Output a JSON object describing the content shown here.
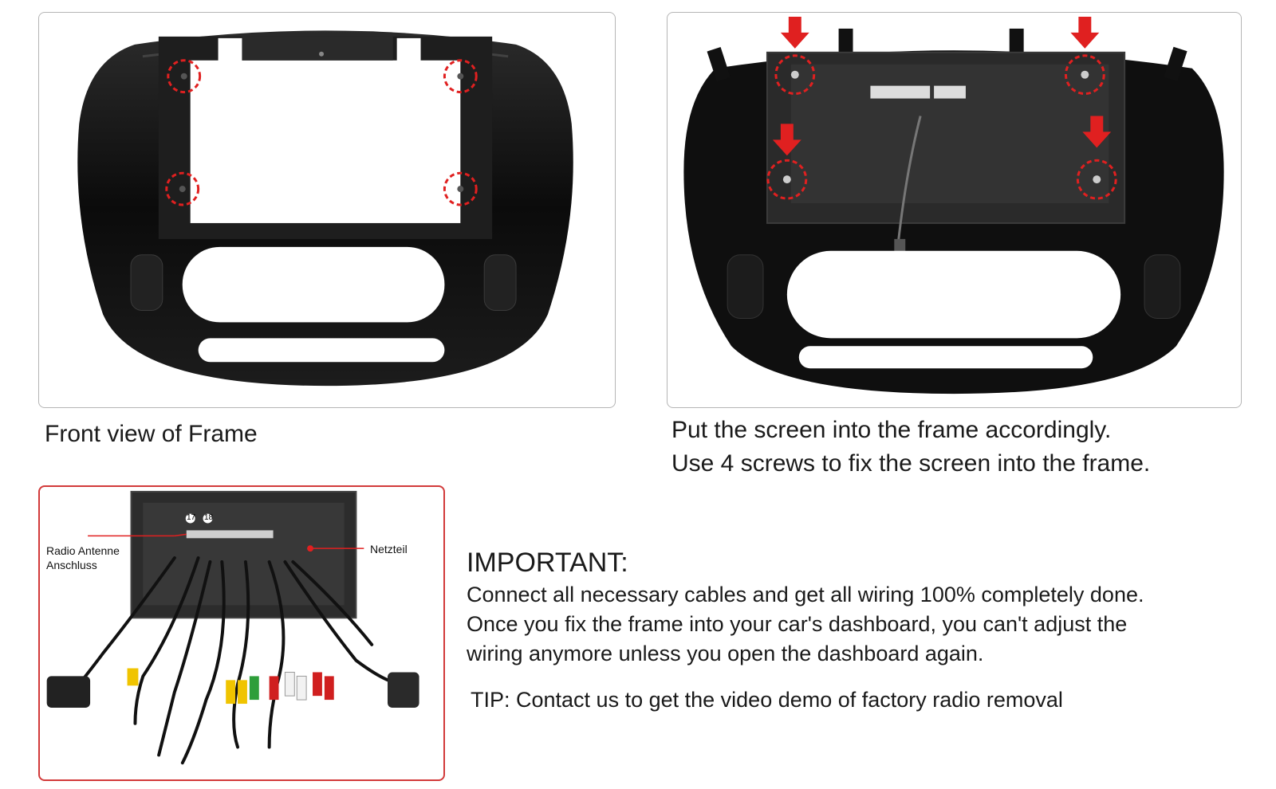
{
  "front_caption": "Front view of Frame",
  "install_caption": {
    "line1": "Put the screen into the frame accordingly.",
    "line2": "Use 4 screws to fix the screen into the frame."
  },
  "wiring_labels": {
    "radio_antenna_line1": "Radio Antenne",
    "radio_antenna_line2": "Anschluss",
    "power": "Netzteil",
    "connector_17": "17",
    "connector_18": "18"
  },
  "important": {
    "heading": "IMPORTANT:",
    "lines": [
      "Connect all necessary cables and get all wiring 100% completely done.",
      "Once you fix the frame into your car's dashboard, you can't adjust the",
      "wiring anymore unless you open the dashboard again."
    ],
    "tip": "TIP: Contact us to get the video demo of factory radio removal"
  },
  "colors": {
    "marker_red": "#e02020",
    "frame_black": "#0d0d0d",
    "wiring_box_border": "#d23a3a"
  },
  "icons": [
    "screw-marker-icon",
    "down-arrow-icon"
  ]
}
